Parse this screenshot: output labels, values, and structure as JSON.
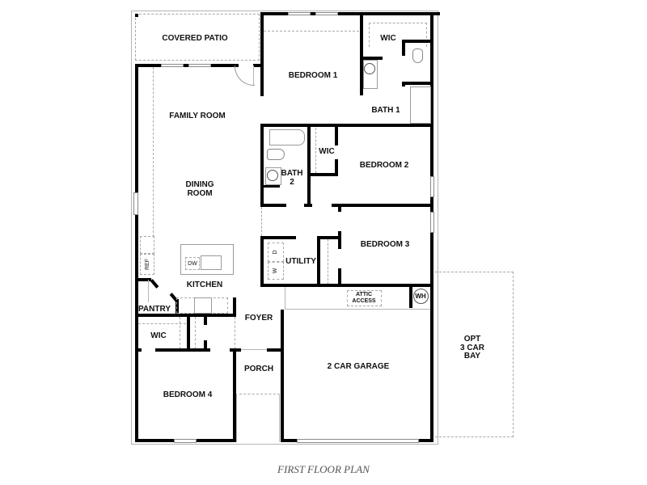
{
  "plan": {
    "caption": "FIRST FLOOR PLAN",
    "rooms": {
      "covered_patio": "COVERED PATIO",
      "bedroom_1": "BEDROOM 1",
      "wic_1": "WIC",
      "bath_1": "BATH 1",
      "family_room": "FAMILY ROOM",
      "dining_room_line1": "DINING",
      "dining_room_line2": "ROOM",
      "bath_2_line1": "BATH",
      "bath_2_line2": "2",
      "wic_2": "WIC",
      "bedroom_2": "BEDROOM 2",
      "utility": "UTILITY",
      "bedroom_3": "BEDROOM 3",
      "kitchen": "KITCHEN",
      "pantry": "PANTRY",
      "wic_4": "WIC",
      "foyer": "FOYER",
      "porch": "PORCH",
      "bedroom_4": "BEDROOM 4",
      "garage": "2 CAR GARAGE",
      "opt_bay_line1": "OPT",
      "opt_bay_line2": "3 CAR",
      "opt_bay_line3": "BAY"
    },
    "fixtures": {
      "dishwasher": "DW",
      "refrigerator": "REF",
      "dryer": "D",
      "washer": "W",
      "water_heater": "WH",
      "attic_line1": "ATTIC",
      "attic_line2": "ACCESS"
    }
  }
}
